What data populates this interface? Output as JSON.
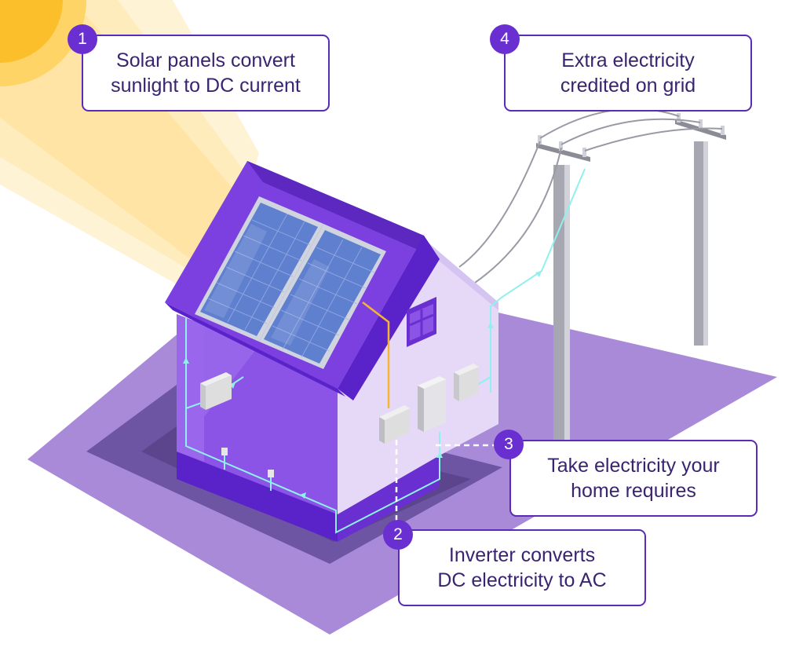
{
  "steps": [
    {
      "number": "1",
      "lines": [
        "Solar panels convert",
        "sunlight to DC current"
      ]
    },
    {
      "number": "2",
      "lines": [
        "Inverter converts",
        "DC electricity to AC"
      ]
    },
    {
      "number": "3",
      "lines": [
        "Take electricity your",
        "home requires"
      ]
    },
    {
      "number": "4",
      "lines": [
        "Extra electricity",
        "credited on grid"
      ]
    }
  ],
  "colors": {
    "accent": "#6a2fd1",
    "border": "#5b2bb5",
    "text": "#3a2470",
    "wire_dc": "#f5b531",
    "wire_ac": "#8ff0ee",
    "ground": "#a98ad9",
    "sun": "#fbbf2c"
  }
}
